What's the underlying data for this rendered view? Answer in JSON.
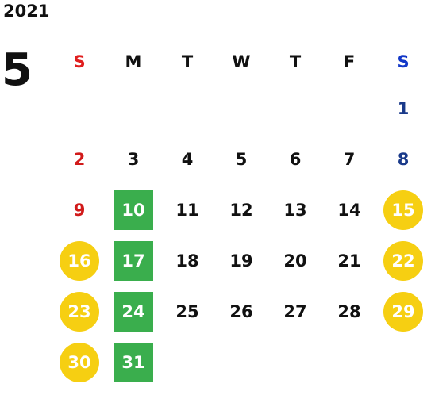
{
  "year": "2021",
  "month": "5",
  "weekdays": [
    "S",
    "M",
    "T",
    "W",
    "T",
    "F",
    "S"
  ],
  "colors": {
    "sunday": "#e01e1e",
    "saturday": "#1338c8",
    "highlight_green": "#3aae4d",
    "highlight_yellow": "#f6cf12"
  },
  "weeks": [
    [
      null,
      null,
      null,
      null,
      null,
      null,
      {
        "day": "1",
        "style": "sat"
      }
    ],
    [
      {
        "day": "2",
        "style": "sun"
      },
      {
        "day": "3"
      },
      {
        "day": "4"
      },
      {
        "day": "5"
      },
      {
        "day": "6"
      },
      {
        "day": "7"
      },
      {
        "day": "8",
        "style": "sat"
      }
    ],
    [
      {
        "day": "9",
        "style": "sun"
      },
      {
        "day": "10",
        "style": "green"
      },
      {
        "day": "11"
      },
      {
        "day": "12"
      },
      {
        "day": "13"
      },
      {
        "day": "14"
      },
      {
        "day": "15",
        "style": "yellow"
      }
    ],
    [
      {
        "day": "16",
        "style": "yellow"
      },
      {
        "day": "17",
        "style": "green"
      },
      {
        "day": "18"
      },
      {
        "day": "19"
      },
      {
        "day": "20"
      },
      {
        "day": "21"
      },
      {
        "day": "22",
        "style": "yellow"
      }
    ],
    [
      {
        "day": "23",
        "style": "yellow"
      },
      {
        "day": "24",
        "style": "green"
      },
      {
        "day": "25"
      },
      {
        "day": "26"
      },
      {
        "day": "27"
      },
      {
        "day": "28"
      },
      {
        "day": "29",
        "style": "yellow"
      }
    ],
    [
      {
        "day": "30",
        "style": "yellow"
      },
      {
        "day": "31",
        "style": "green"
      },
      null,
      null,
      null,
      null,
      null
    ]
  ]
}
